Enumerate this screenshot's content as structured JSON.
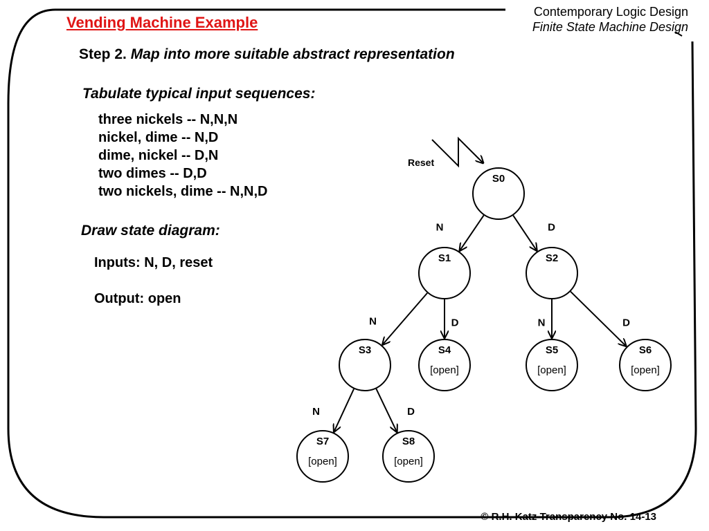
{
  "slide": {
    "title": "Vending Machine Example",
    "header_line1": "Contemporary Logic Design",
    "header_line2": "Finite State Machine Design",
    "step_prefix": "Step 2.",
    "step_text": "Map into more suitable abstract representation",
    "tabulate_heading": "Tabulate typical input sequences:",
    "sequences": [
      "three nickels -- N,N,N",
      "nickel, dime -- N,D",
      "dime, nickel -- D,N",
      "two dimes -- D,D",
      "two nickels, dime -- N,N,D"
    ],
    "draw_heading": "Draw state diagram:",
    "inputs": "Inputs: N, D, reset",
    "output": "Output: open",
    "footer": "© R.H. Katz   Transparency No. 14-13"
  },
  "diagram": {
    "reset_label": "Reset",
    "states": [
      {
        "id": "S0",
        "output": ""
      },
      {
        "id": "S1",
        "output": ""
      },
      {
        "id": "S2",
        "output": ""
      },
      {
        "id": "S3",
        "output": ""
      },
      {
        "id": "S4",
        "output": "[open]"
      },
      {
        "id": "S5",
        "output": "[open]"
      },
      {
        "id": "S6",
        "output": "[open]"
      },
      {
        "id": "S7",
        "output": "[open]"
      },
      {
        "id": "S8",
        "output": "[open]"
      }
    ],
    "transitions": [
      {
        "from": "S0",
        "to": "S1",
        "label": "N"
      },
      {
        "from": "S0",
        "to": "S2",
        "label": "D"
      },
      {
        "from": "S1",
        "to": "S3",
        "label": "N"
      },
      {
        "from": "S1",
        "to": "S4",
        "label": "D"
      },
      {
        "from": "S2",
        "to": "S5",
        "label": "N"
      },
      {
        "from": "S2",
        "to": "S6",
        "label": "D"
      },
      {
        "from": "S3",
        "to": "S7",
        "label": "N"
      },
      {
        "from": "S3",
        "to": "S8",
        "label": "D"
      }
    ]
  }
}
